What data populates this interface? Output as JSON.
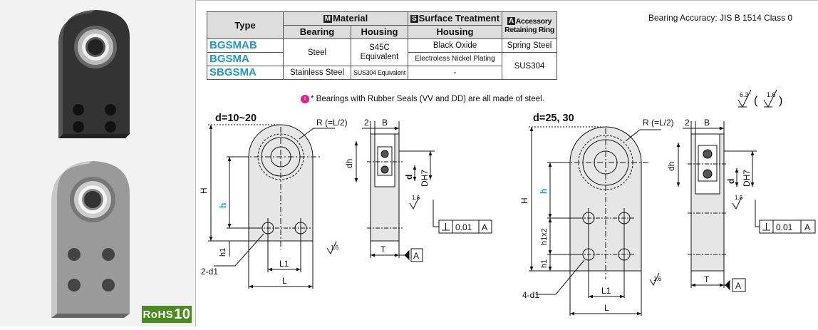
{
  "rohs": {
    "label": "RoHS",
    "num": "10"
  },
  "table": {
    "h_type": "Type",
    "h_material": "Material",
    "h_surface": "Surface Treatment",
    "h_accessory": "Accessory",
    "h_retaining": "Retaining Ring",
    "h_bearing": "Bearing",
    "h_housing": "Housing",
    "h_housing2": "Housing",
    "badge_m": "M",
    "badge_s": "S",
    "badge_a": "A",
    "rows": [
      {
        "type": "BGSMAB",
        "bearing": "Steel",
        "housing": "S45C Equivalent",
        "surface": "Black Oxide",
        "ring": "Spring Steel"
      },
      {
        "type": "BGSMA",
        "surface": "Electroless Nickel Plating",
        "ring": "SUS304"
      },
      {
        "type": "SBGSMA",
        "bearing": "Stainless Steel",
        "housing": "SUS304 Equivalent",
        "surface": "-"
      }
    ]
  },
  "note": "* Bearings with Rubber Seals (VV and DD) are all made of steel.",
  "accuracy": "Bearing Accuracy: JIS   B   1514   Class 0",
  "roughness": {
    "r1": "6.3",
    "r2": "1.6"
  },
  "drawing1": {
    "title": "d=10~20",
    "labels": {
      "two": "2",
      "b": "B",
      "r": "R (=L/2)",
      "dh": "dh",
      "d": "d",
      "dh7": "DH7",
      "h_big": "H",
      "h_small": "h",
      "h1": "h1",
      "d1": "2-d1",
      "l1": "L1",
      "l": "L",
      "t": "T",
      "a": "A",
      "flat": "0.01",
      "fa": "A",
      "rough": "1.6",
      "rough2": "1.6"
    }
  },
  "drawing2": {
    "title": "d=25, 30",
    "labels": {
      "two": "2",
      "b": "B",
      "r": "R (=L/2)",
      "dh": "dh",
      "d": "d",
      "dh7": "DH7",
      "h_big": "H",
      "h_small": "h",
      "h1x2": "h1x2",
      "h1": "h1",
      "d1": "4-d1",
      "l1": "L1",
      "l": "L",
      "t": "T",
      "a": "A",
      "flat": "0.01",
      "fa": "A",
      "rough": "1.6",
      "rough2": "1.6"
    }
  }
}
